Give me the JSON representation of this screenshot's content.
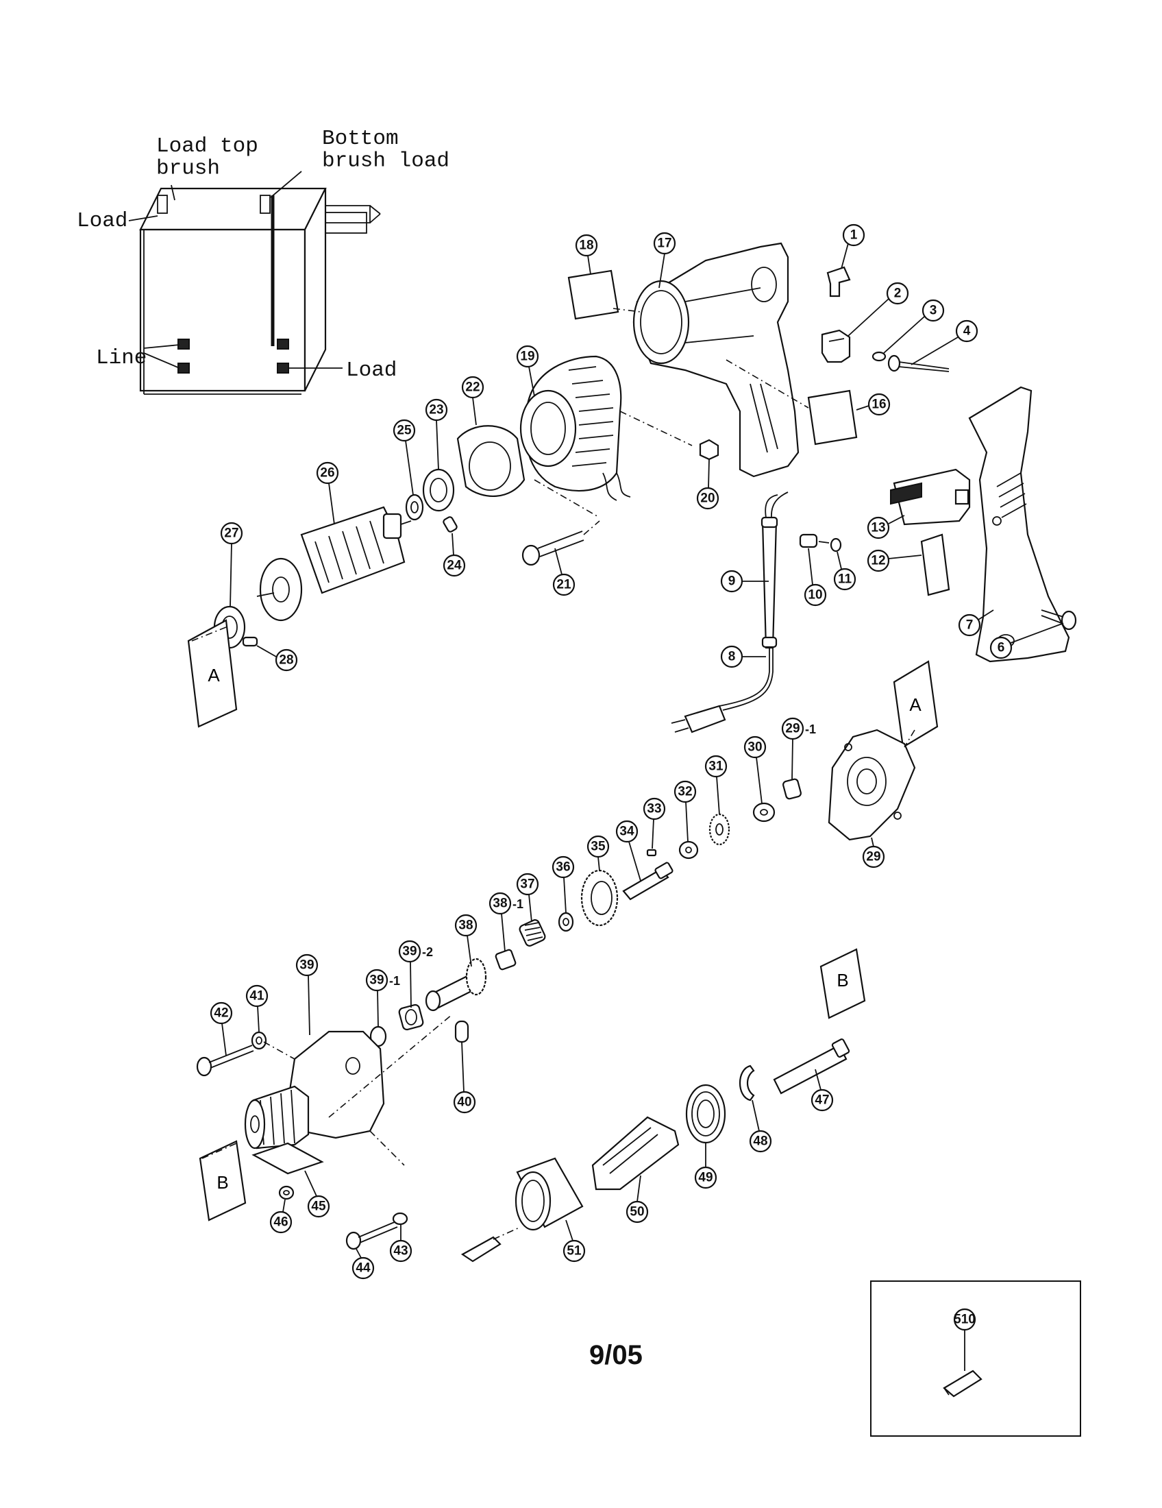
{
  "wiring": {
    "load_top_brush": "Load top\nbrush",
    "bottom_brush_load": "Bottom\nbrush load",
    "load_left": "Load",
    "line": "Line",
    "load_right": "Load"
  },
  "ref_markers": {
    "a": "A",
    "b": "B"
  },
  "callouts": [
    "1",
    "2",
    "3",
    "4",
    "6",
    "7",
    "8",
    "9",
    "10",
    "11",
    "12",
    "13",
    "16",
    "17",
    "18",
    "19",
    "20",
    "21",
    "22",
    "23",
    "24",
    "25",
    "26",
    "27",
    "28",
    "29",
    "29",
    "30",
    "31",
    "32",
    "33",
    "34",
    "35",
    "36",
    "37",
    "38",
    "38",
    "39",
    "39",
    "39",
    "40",
    "41",
    "42",
    "43",
    "44",
    "45",
    "46",
    "47",
    "48",
    "49",
    "50",
    "51",
    "510"
  ],
  "callout_suffixes": {
    "29_1": "-1",
    "38_1": "-1",
    "39_1": "-1",
    "39_2": "-2"
  },
  "footer": {
    "date_code": "9/05"
  }
}
